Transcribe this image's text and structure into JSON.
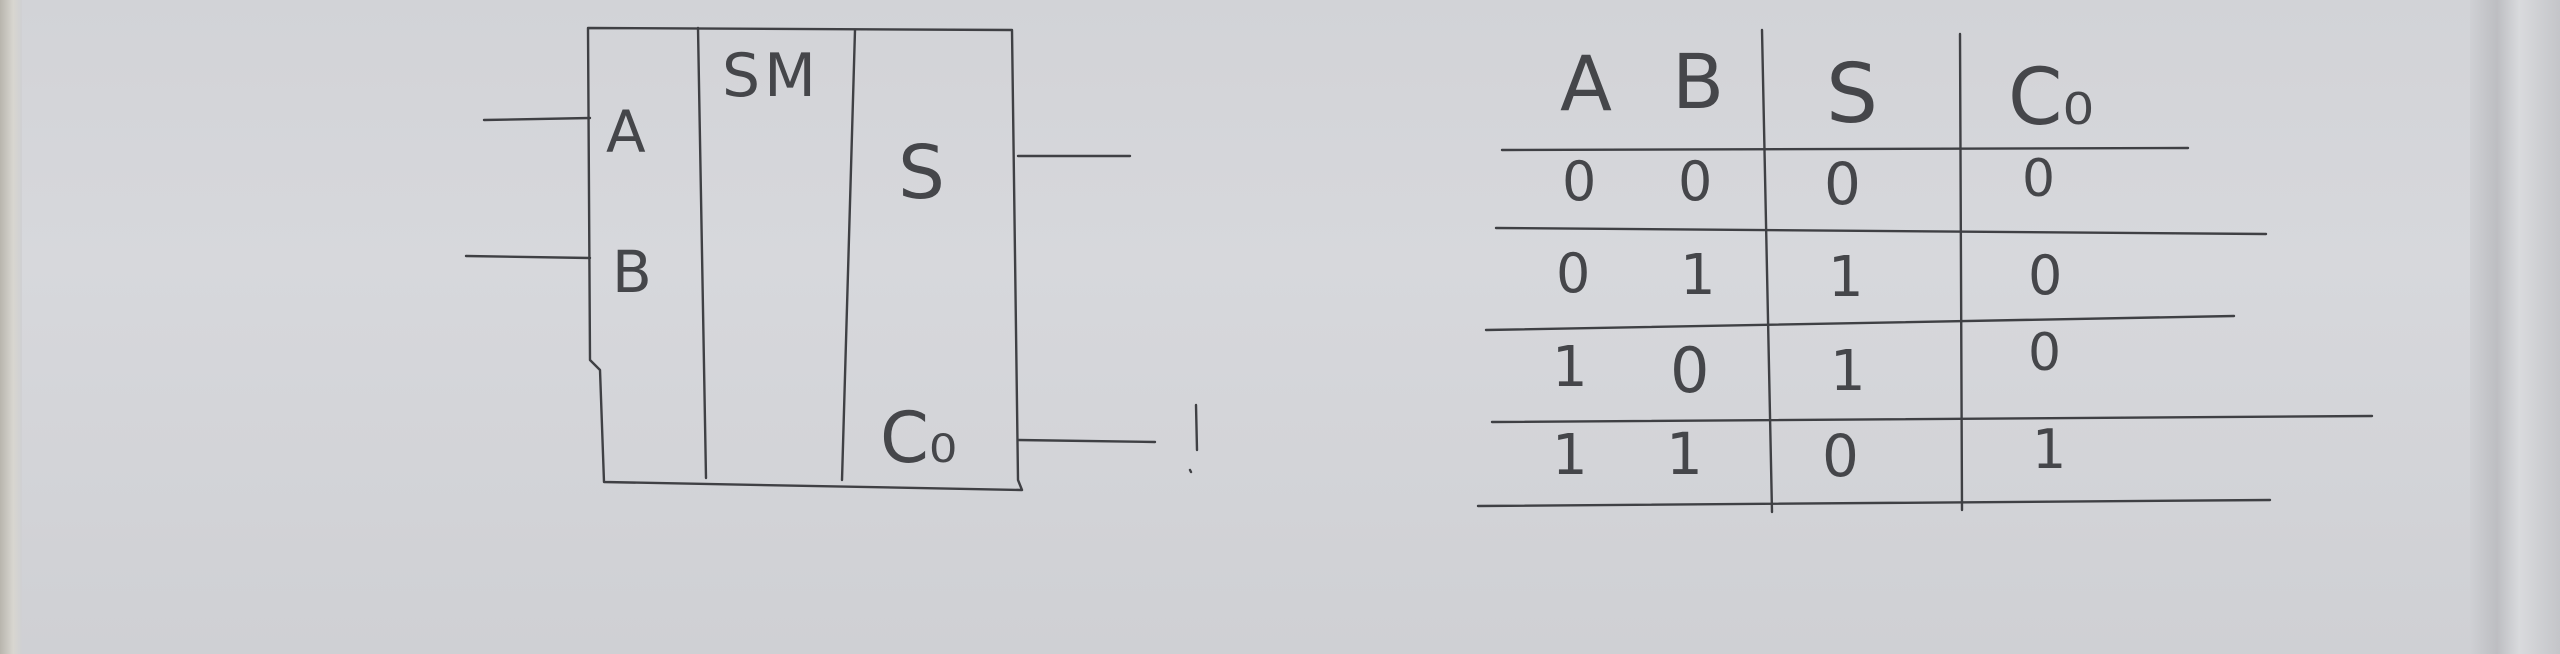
{
  "half_adder_block": {
    "function_label": "SM",
    "inputs": [
      "A",
      "B"
    ],
    "outputs": [
      "S",
      "C₀"
    ]
  },
  "truth_table": {
    "headers": [
      "A",
      "B",
      "S",
      "C₀"
    ],
    "rows": [
      [
        "0",
        "0",
        "0",
        "0"
      ],
      [
        "0",
        "1",
        "1",
        "0"
      ],
      [
        "1",
        "0",
        "1",
        "0"
      ],
      [
        "1",
        "1",
        "0",
        "1"
      ]
    ]
  }
}
